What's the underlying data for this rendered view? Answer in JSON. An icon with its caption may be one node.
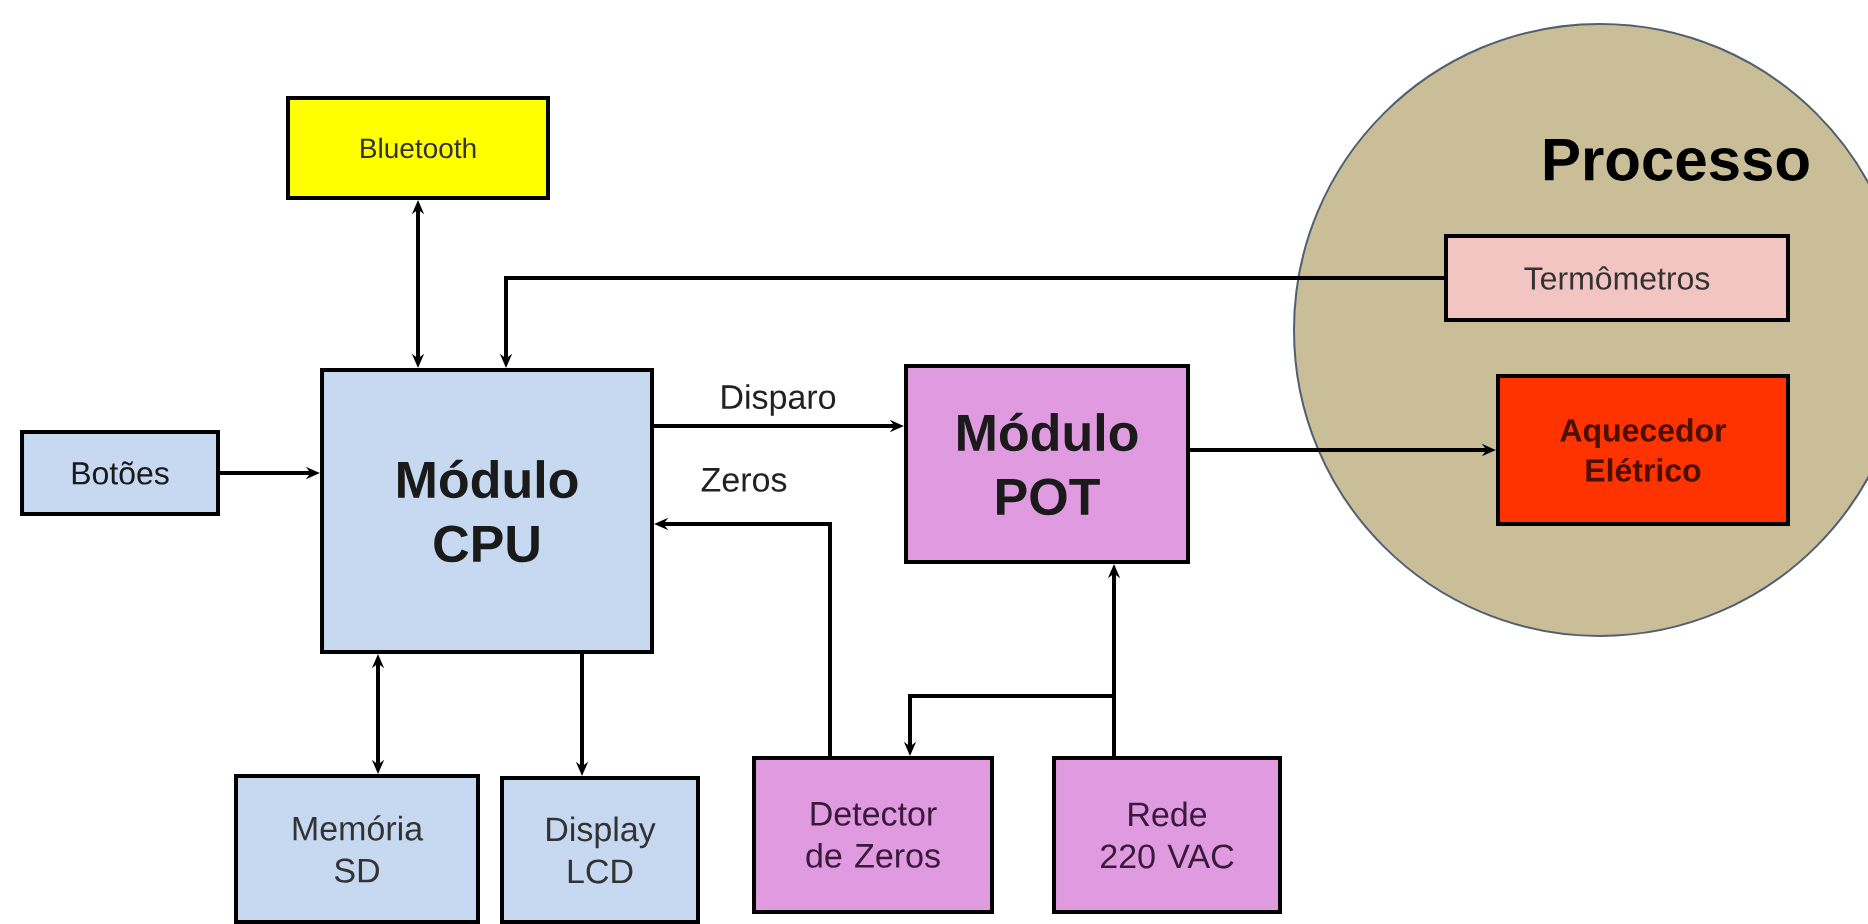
{
  "diagram": {
    "nodes": [
      {
        "text": [
          "Bluetooth"
        ]
      },
      {
        "text": [
          "Módulo CPU"
        ]
      },
      {
        "text": [
          "Botões"
        ]
      },
      {
        "text": [
          "Memória SD"
        ]
      },
      {
        "text": [
          "Display LCD"
        ]
      },
      {
        "text": [
          "Módulo POT"
        ]
      },
      {
        "text": [
          "Detector de Zeros"
        ]
      },
      {
        "text": [
          "Rede 220 VAC"
        ]
      },
      {
        "text": [
          "Processo"
        ]
      },
      {
        "text": [
          "Termômetros"
        ],
        "in": 8
      },
      {
        "text": [
          "Aquecedor Elétrico"
        ],
        "in": 8
      }
    ],
    "edges": [
      {
        "from": 0,
        "to": 1,
        "arrow": "both"
      },
      {
        "from": 9,
        "to": 1,
        "arrow": "to"
      },
      {
        "from": 2,
        "to": 1,
        "arrow": "to"
      },
      {
        "from": 1,
        "to": 5,
        "arrow": "to",
        "label": "Disparo"
      },
      {
        "from": 6,
        "to": 1,
        "arrow": "to",
        "label": "Zeros"
      },
      {
        "from": 5,
        "to": 10,
        "arrow": "to"
      },
      {
        "from": 7,
        "to": 5,
        "arrow": "to"
      },
      {
        "from": 7,
        "to": 6,
        "arrow": "to"
      },
      {
        "from": 3,
        "to": 1,
        "arrow": "both"
      },
      {
        "from": 1,
        "to": 4,
        "arrow": "to"
      }
    ]
  }
}
